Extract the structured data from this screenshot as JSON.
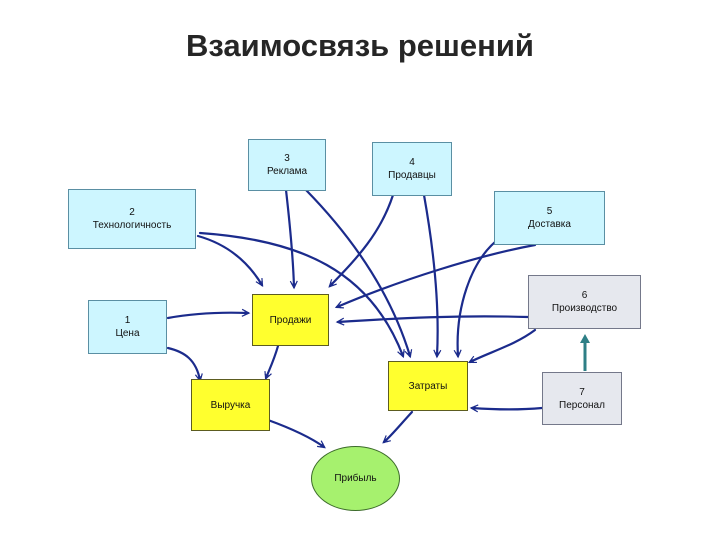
{
  "title": "Взаимосвязь решений",
  "colors": {
    "factor_box": "#cdf6ff",
    "core_box": "#ffff2e",
    "grey_box": "#e6e8ee",
    "result_oval": "#a6f16e",
    "arrow_navy": "#1b2b8c",
    "arrow_teal": "#2e7f86"
  },
  "nodes": {
    "reklama": {
      "num": "3",
      "label": "Реклама"
    },
    "prodavtsy": {
      "num": "4",
      "label": "Продавцы"
    },
    "tekhnolog": {
      "num": "2",
      "label": "Технологичность"
    },
    "dostavka": {
      "num": "5",
      "label": "Доставка"
    },
    "proizvodstvo": {
      "num": "6",
      "label": "Производство"
    },
    "tsena": {
      "num": "1",
      "label": "Цена"
    },
    "prodazhi": {
      "label": "Продажи"
    },
    "zatraty": {
      "label": "Затраты"
    },
    "vyruchka": {
      "label": "Выручка"
    },
    "personal": {
      "num": "7",
      "label": "Персонал"
    },
    "pribyl": {
      "label": "Прибыль"
    }
  },
  "connections": [
    {
      "from": "Реклама",
      "to": "Продажи"
    },
    {
      "from": "Реклама",
      "to": "Затраты"
    },
    {
      "from": "Продавцы",
      "to": "Продажи"
    },
    {
      "from": "Продавцы",
      "to": "Затраты"
    },
    {
      "from": "Технологичность",
      "to": "Продажи"
    },
    {
      "from": "Технологичность",
      "to": "Затраты"
    },
    {
      "from": "Доставка",
      "to": "Продажи"
    },
    {
      "from": "Доставка",
      "to": "Затраты"
    },
    {
      "from": "Производство",
      "to": "Продажи"
    },
    {
      "from": "Производство",
      "to": "Затраты"
    },
    {
      "from": "Цена",
      "to": "Продажи"
    },
    {
      "from": "Цена",
      "to": "Выручка"
    },
    {
      "from": "Продажи",
      "to": "Выручка"
    },
    {
      "from": "Персонал",
      "to": "Затраты"
    },
    {
      "from": "Персонал",
      "to": "Производство"
    },
    {
      "from": "Выручка",
      "to": "Прибыль"
    },
    {
      "from": "Затраты",
      "to": "Прибыль"
    }
  ]
}
